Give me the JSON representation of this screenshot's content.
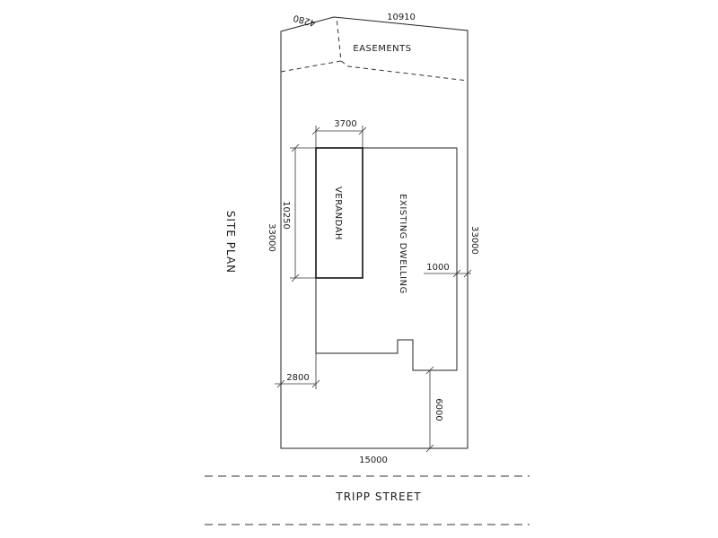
{
  "title": "SITE PLAN",
  "street": "TRIPP STREET",
  "labels": {
    "easements": "EASEMENTS",
    "verandah": "VERANDAH",
    "dwelling": "EXISTING DWELLING"
  },
  "dimensions": {
    "top_left": "4280",
    "top_right": "10910",
    "left_side": "33000",
    "right_side": "33000",
    "bottom": "15000",
    "verandah_width": "3700",
    "verandah_length": "10250",
    "side_setback": "1000",
    "rear_setback": "2800",
    "front_setback": "6000"
  },
  "colors": {
    "line": "#222222",
    "background": "#ffffff"
  }
}
